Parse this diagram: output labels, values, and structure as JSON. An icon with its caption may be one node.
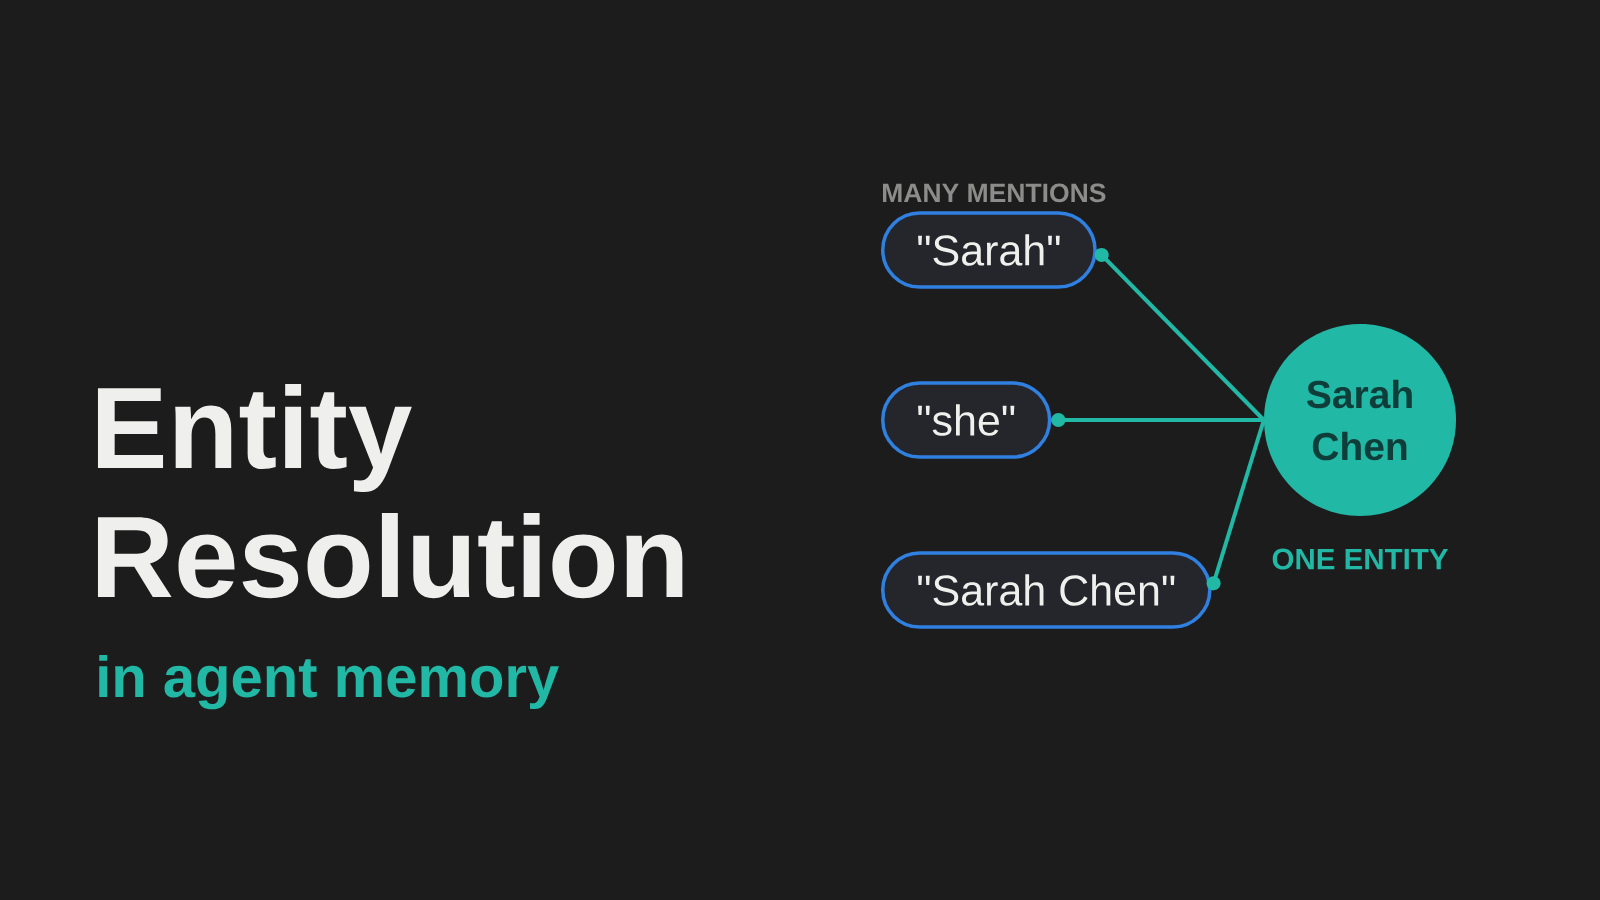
{
  "diagram": {
    "title": "Entity Resolution",
    "nodes": [
      {
        "text": [
          "\"Sarah\""
        ]
      },
      {
        "text": [
          "\"she\""
        ]
      },
      {
        "text": [
          "\"Sarah Chen\""
        ]
      },
      {
        "text": [
          "Sarah Chen"
        ],
        "beside": [
          "ONE ENTITY"
        ]
      }
    ],
    "edges": [
      {
        "from": 0,
        "to": 3,
        "arrow": "other"
      },
      {
        "from": 1,
        "to": 3,
        "arrow": "other"
      },
      {
        "from": 2,
        "to": 3,
        "arrow": "other"
      }
    ],
    "labels": [
      "in agent memory",
      "MANY MENTIONS"
    ]
  }
}
